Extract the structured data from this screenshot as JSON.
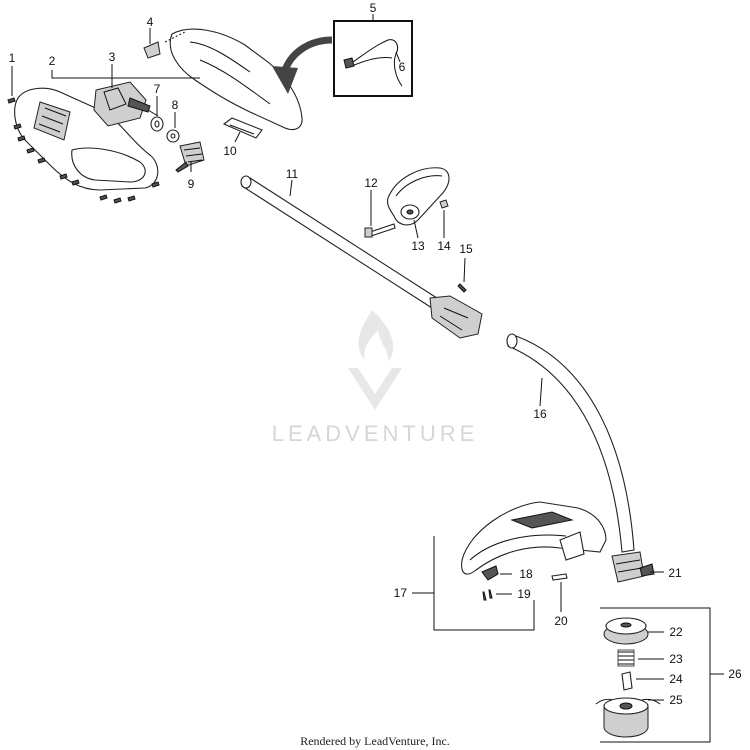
{
  "diagram": {
    "callouts": {
      "c1": "1",
      "c2": "2",
      "c3": "3",
      "c4": "4",
      "c5": "5",
      "c6": "6",
      "c7": "7",
      "c8": "8",
      "c9": "9",
      "c10": "10",
      "c11": "11",
      "c12": "12",
      "c13": "13",
      "c14": "14",
      "c15": "15",
      "c16": "16",
      "c17": "17",
      "c18": "18",
      "c19": "19",
      "c20": "20",
      "c21": "21",
      "c22": "22",
      "c23": "23",
      "c24": "24",
      "c25": "25",
      "c26": "26"
    },
    "watermark": "LEADVENTURE",
    "footer": "Rendered by LeadVenture, Inc."
  }
}
